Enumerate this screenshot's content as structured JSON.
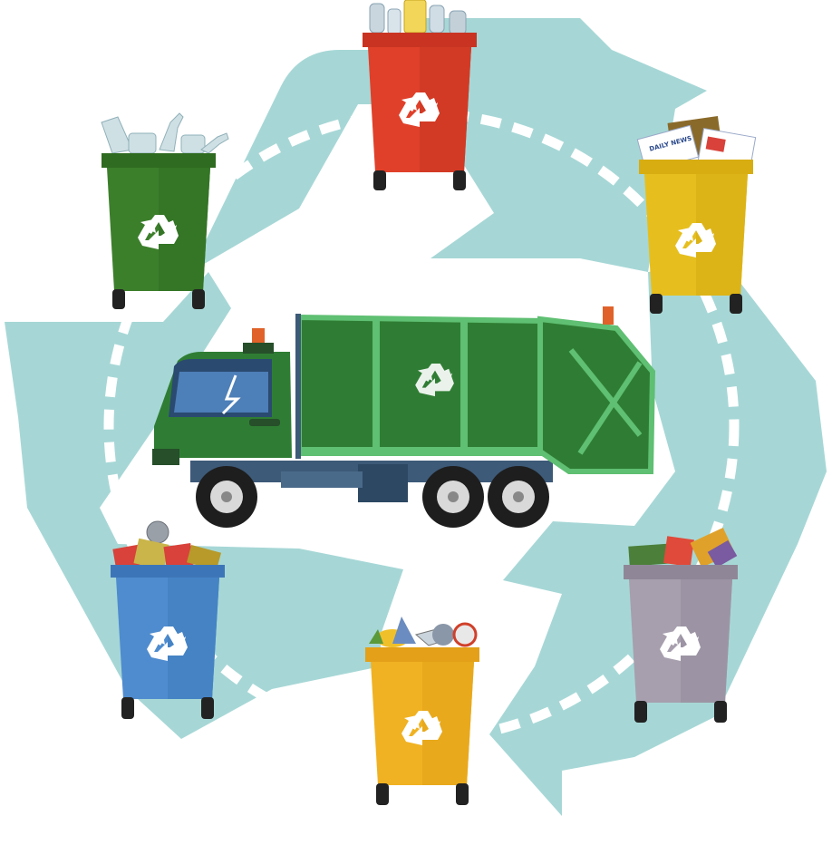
{
  "colors": {
    "arrows": "#a6d7d6",
    "dash_ring": "#ffffff",
    "truck_green": "#2f7d34",
    "truck_light_green": "#5fbf72",
    "bin_red": "#e0402a",
    "bin_yellow": "#e6bf1f",
    "bin_gray": "#a79fae",
    "bin_orange": "#f0b222",
    "bin_blue": "#4f8ccf",
    "bin_green": "#3c7f2b"
  },
  "icons": [
    "recycle-icon",
    "plastic-bottles-icon",
    "newspaper-icon",
    "metal-cans-icon",
    "food-waste-icon",
    "glass-bottles-icon",
    "garbage-truck-icon"
  ],
  "bins": [
    {
      "name": "red-recycling-bin",
      "waste": "plastic-bottles",
      "color": "#e0402a"
    },
    {
      "name": "yellow-recycling-bin",
      "waste": "paper",
      "color": "#e6bf1f"
    },
    {
      "name": "gray-recycling-bin",
      "waste": "metal-packaging",
      "color": "#a79fae"
    },
    {
      "name": "orange-recycling-bin",
      "waste": "organic",
      "color": "#f0b222"
    },
    {
      "name": "blue-recycling-bin",
      "waste": "cans",
      "color": "#4f8ccf"
    },
    {
      "name": "green-recycling-bin",
      "waste": "glass",
      "color": "#3c7f2b"
    }
  ],
  "newspaper_text": "DAILY NEWS"
}
